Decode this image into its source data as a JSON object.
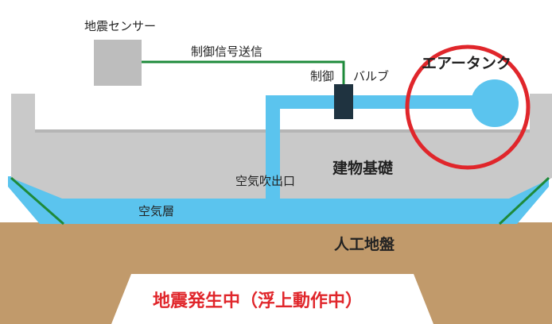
{
  "labels": {
    "seismic_sensor": "地震センサー",
    "control_signal": "制御信号送信",
    "control_valve_a": "制御",
    "control_valve_b": "バルブ",
    "air_tank": "エアータンク",
    "foundation": "建物基礎",
    "air_outlet": "空気吹出口",
    "air_layer": "空気層",
    "ground": "人工地盤",
    "status": "地震発生中（浮上動作中）"
  },
  "colors": {
    "air": "#5bc4ee",
    "signal_line": "#1e8a3a",
    "foundation": "#c9c9c9",
    "foundation_dark": "#b5b5b5",
    "ground": "#c19a6b",
    "sensor_box": "#bdbdbd",
    "valve": "#1f3340",
    "highlight_circle": "#e0262b",
    "status_text": "#e0262b"
  }
}
